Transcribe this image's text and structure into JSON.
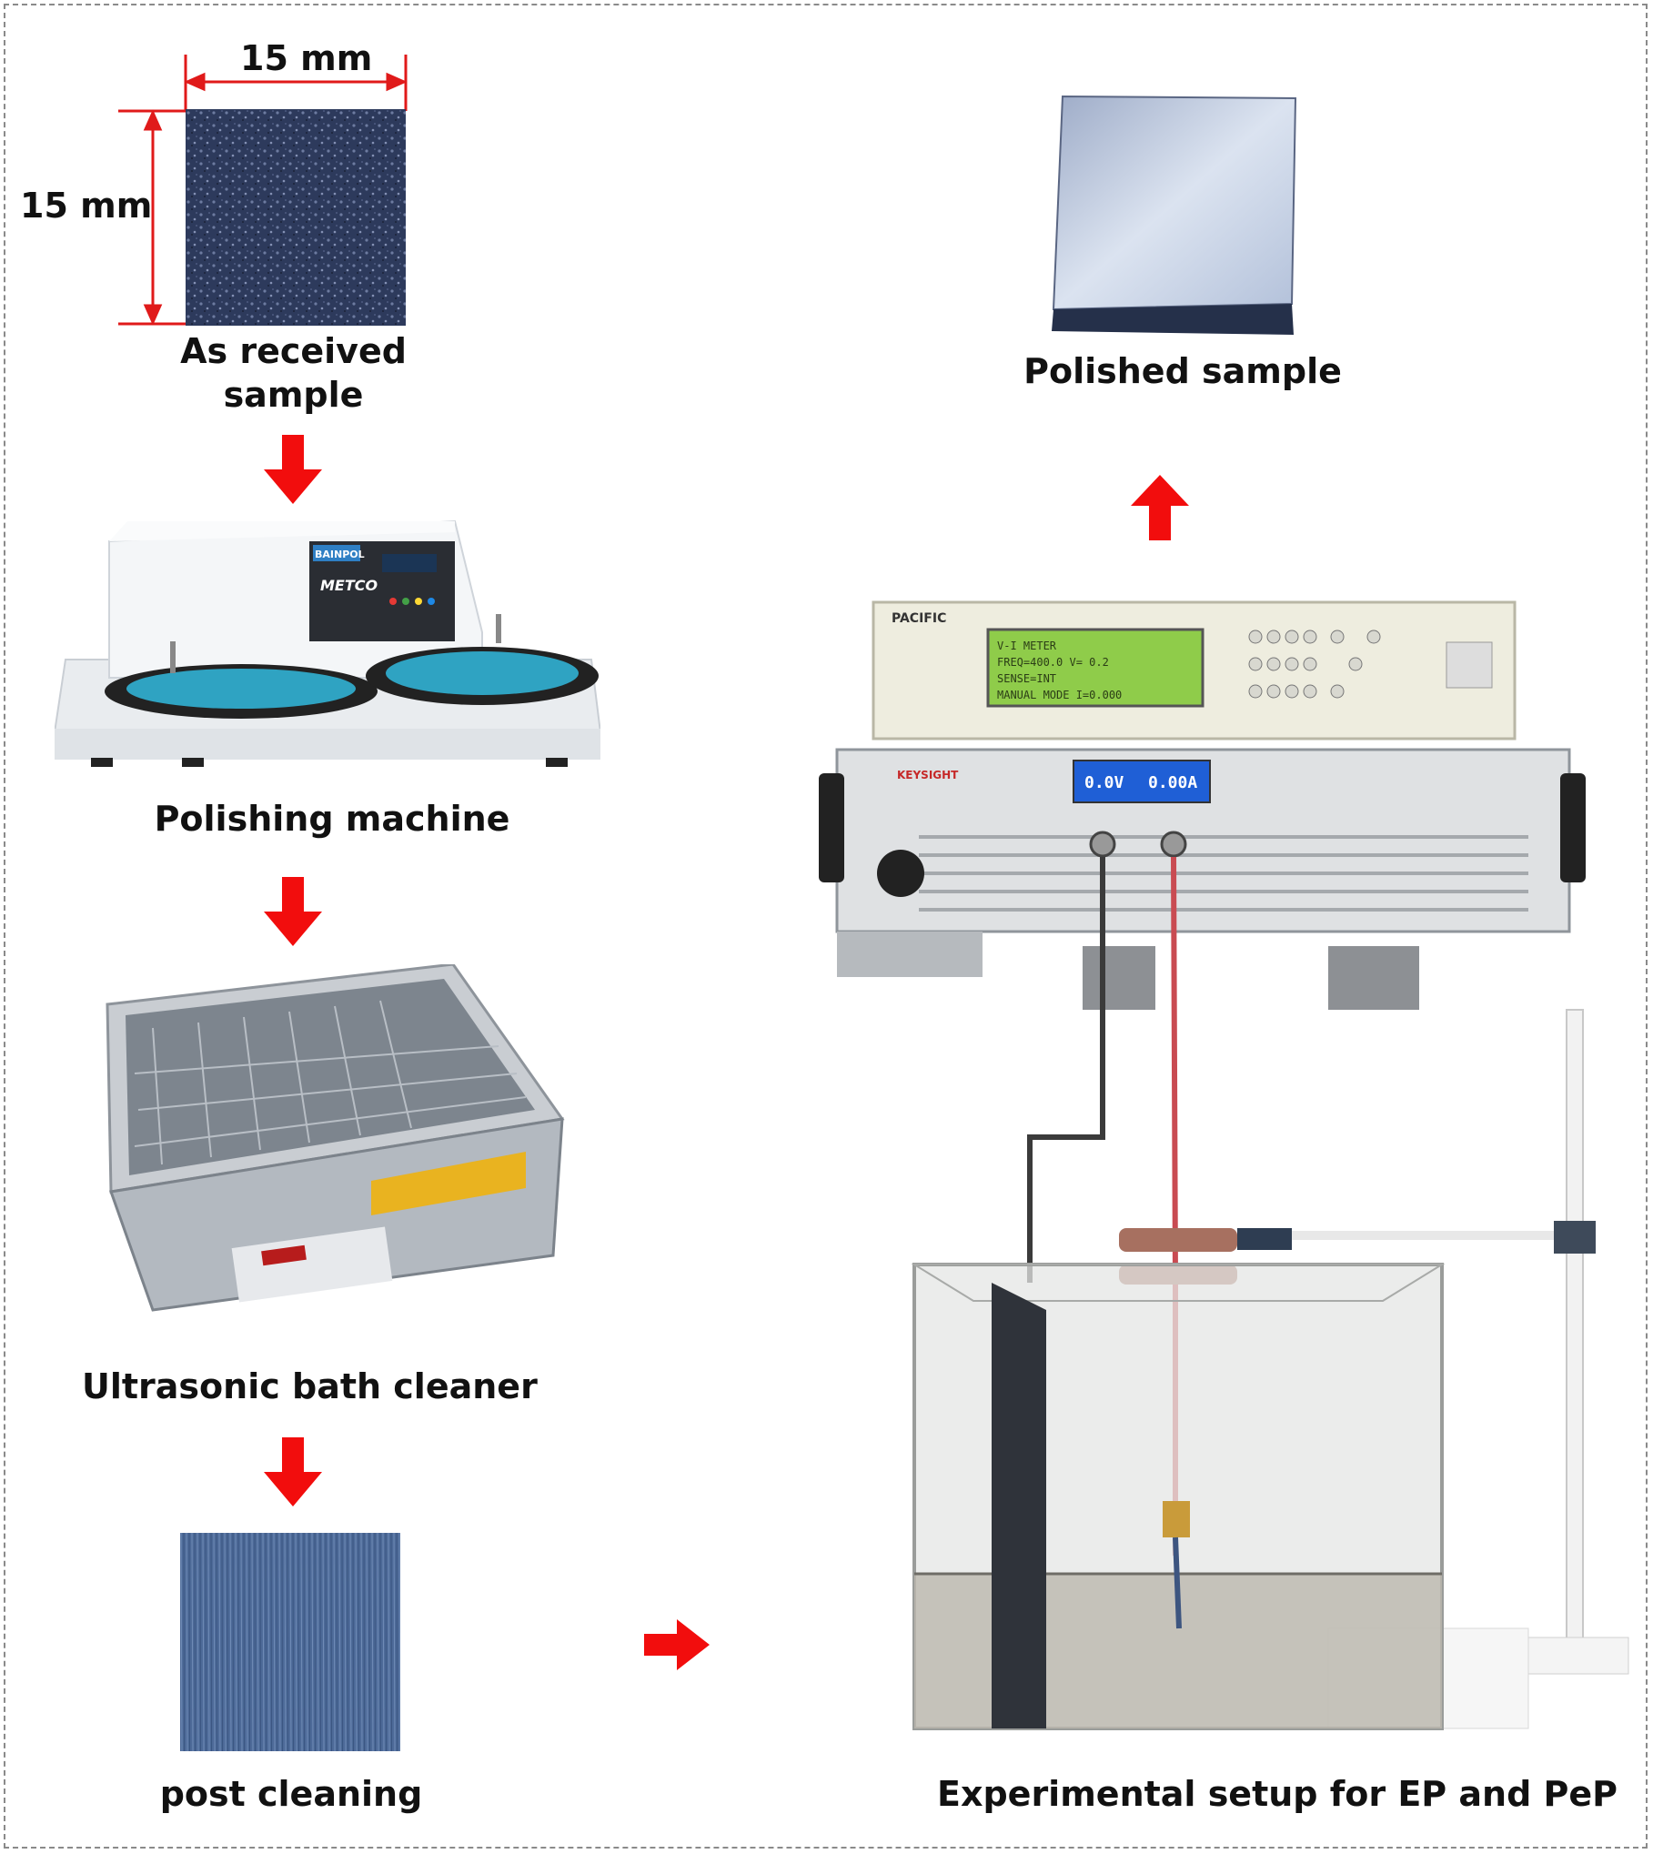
{
  "dimensions": {
    "width_label": "15 mm",
    "height_label": "15 mm"
  },
  "labels": {
    "as_received": "As received sample",
    "polishing_machine": "Polishing machine",
    "ultrasonic": "Ultrasonic bath cleaner",
    "post_cleaning": "post cleaning",
    "polished": "Polished sample",
    "setup": "Experimental setup for EP and PeP"
  },
  "machine_text": {
    "brand": "BAINPOL",
    "model": "METCO",
    "keysight": "KEYSIGHT",
    "pacific": "PACIFIC",
    "voltage": "0.0V",
    "current": "0.00A",
    "lcd_line1": "V-I METER",
    "lcd_line2": "FREQ=400.0 V= 0.2",
    "lcd_line3": "SENSE=INT",
    "lcd_line4": "MANUAL MODE I=0.000"
  },
  "colors": {
    "arrow": "#f20d0d",
    "dimension": "#e01a1a",
    "sample": "#2d3a5c",
    "polished": "#c7d2e6"
  }
}
